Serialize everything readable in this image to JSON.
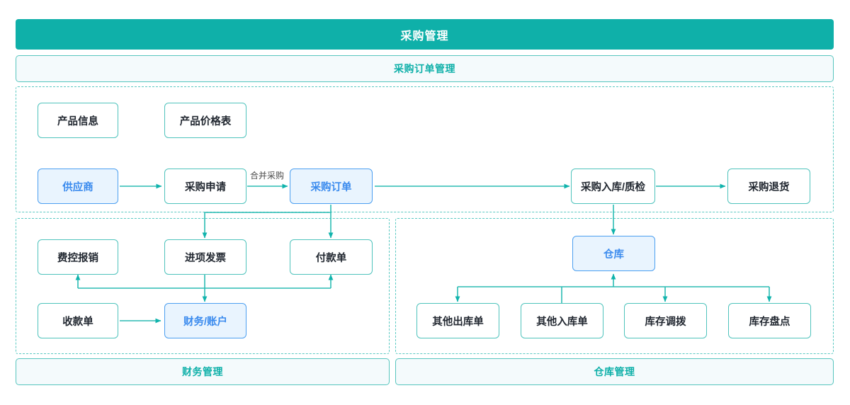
{
  "header": {
    "title": "采购管理"
  },
  "bars": {
    "order_section": "采购订单管理",
    "finance_section": "财务管理",
    "warehouse_section": "仓库管理"
  },
  "colors": {
    "header_bg": "#0FB0A9",
    "teal_border": "#4FC3BC",
    "teal_text": "#0FB0A9",
    "blue_fill": "#E9F4FE",
    "blue_border": "#4C9FF0",
    "blue_text": "#3B8BEE",
    "node_text": "#222831",
    "bar_sub_bg": "#F4FAFC"
  },
  "nodes": {
    "product_info": "产品信息",
    "price_list": "产品价格表",
    "supplier": "供应商",
    "purchase_request": "采购申请",
    "purchase_order": "采购订单",
    "receipt_qc": "采购入库/质检",
    "purchase_return": "采购退货",
    "expense_claim": "费控报销",
    "input_invoice": "进项发票",
    "payment_order": "付款单",
    "receipt_order": "收款单",
    "finance_account": "财务/账户",
    "warehouse": "仓库",
    "other_outbound": "其他出库单",
    "other_inbound": "其他入库单",
    "stock_transfer": "库存调拨",
    "stock_count": "库存盘点"
  },
  "edge_labels": {
    "merge_purchase": "合并采购"
  },
  "flows": [
    {
      "from": "供应商",
      "to": "采购申请",
      "label": ""
    },
    {
      "from": "采购申请",
      "to": "采购订单",
      "label": "合并采购"
    },
    {
      "from": "采购订单",
      "to": "采购入库/质检",
      "label": ""
    },
    {
      "from": "采购入库/质检",
      "to": "采购退货",
      "label": ""
    },
    {
      "from": "采购订单",
      "to": "付款单",
      "label": ""
    },
    {
      "from": "采购订单",
      "to": "进项发票",
      "label": ""
    },
    {
      "from": "进项发票",
      "to": "财务/账户",
      "label": ""
    },
    {
      "from": "收款单",
      "to": "财务/账户",
      "label": ""
    },
    {
      "from": "财务/账户",
      "to": "费控报销",
      "label": ""
    },
    {
      "from": "财务/账户",
      "to": "付款单",
      "label": ""
    },
    {
      "from": "采购入库/质检",
      "to": "仓库",
      "label": ""
    },
    {
      "from": "仓库",
      "to": "其他出库单",
      "label": ""
    },
    {
      "from": "其他入库单",
      "to": "仓库",
      "label": ""
    },
    {
      "from": "仓库",
      "to": "库存调拨",
      "label": ""
    },
    {
      "from": "仓库",
      "to": "库存盘点",
      "label": ""
    }
  ]
}
